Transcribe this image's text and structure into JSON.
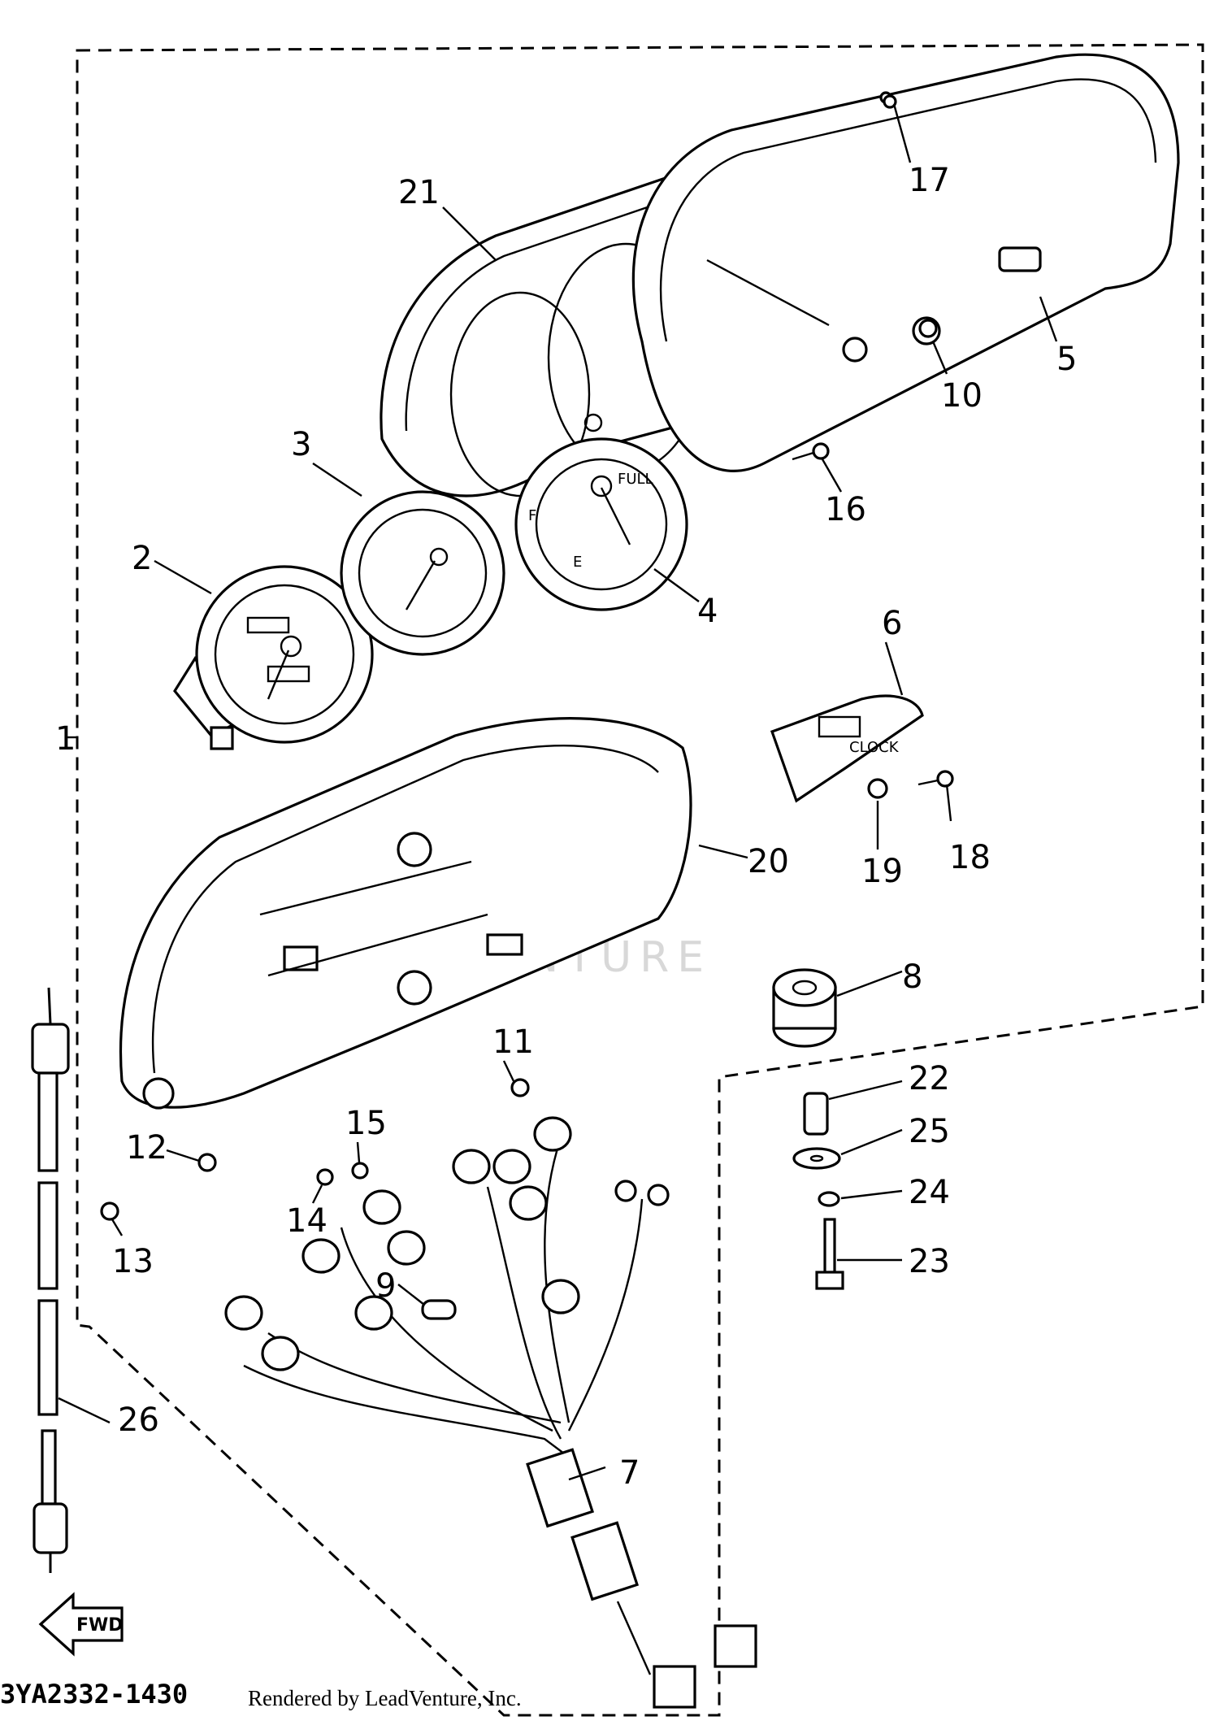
{
  "diagram": {
    "part_code": "3YA2332-1430",
    "rendered_by": "Rendered by LeadVenture, Inc.",
    "fwd_label": "FWD",
    "gauge_labels": {
      "full": "FULL",
      "full_short": "F",
      "empty": "E",
      "clock": "CLOCK"
    },
    "watermark": "VENTURE",
    "callouts": [
      "1",
      "2",
      "3",
      "4",
      "5",
      "6",
      "7",
      "8",
      "9",
      "10",
      "11",
      "12",
      "13",
      "14",
      "15",
      "16",
      "17",
      "18",
      "19",
      "20",
      "21",
      "22",
      "23",
      "24",
      "25",
      "26"
    ]
  }
}
